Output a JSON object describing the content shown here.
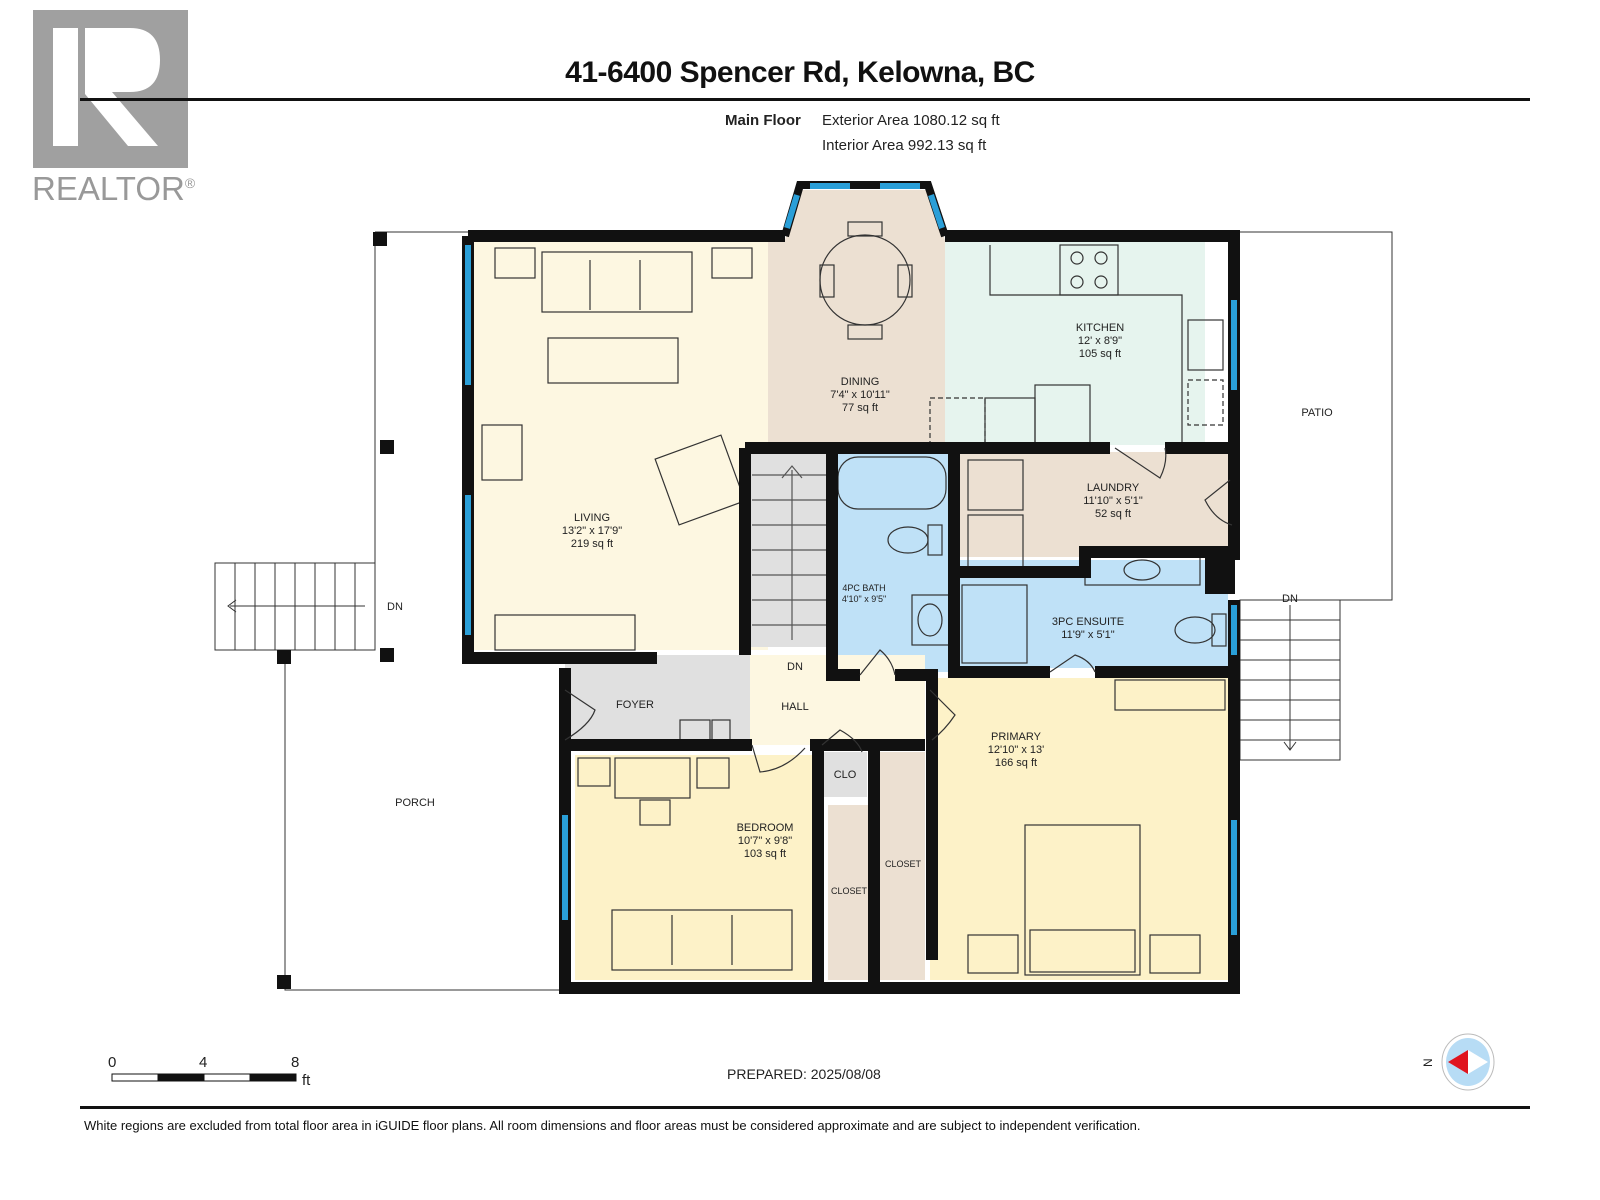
{
  "header": {
    "title": "41-6400 Spencer Rd, Kelowna, BC",
    "floor_label": "Main Floor",
    "exterior_area": "Exterior Area 1080.12 sq ft",
    "interior_area": "Interior Area 992.13 sq ft"
  },
  "logo": {
    "text": "REALTOR",
    "mark": "®",
    "letter": "R"
  },
  "rooms": {
    "living": {
      "name": "LIVING",
      "dims": "13'2\" x 17'9\"",
      "area": "219 sq ft"
    },
    "dining": {
      "name": "DINING",
      "dims": "7'4\" x 10'11\"",
      "area": "77 sq ft"
    },
    "kitchen": {
      "name": "KITCHEN",
      "dims": "12' x 8'9\"",
      "area": "105 sq ft"
    },
    "laundry": {
      "name": "LAUNDRY",
      "dims": "11'10\" x 5'1\"",
      "area": "52 sq ft"
    },
    "bath4": {
      "name": "4PC BATH",
      "dims": "4'10\" x 9'5\""
    },
    "ensuite": {
      "name": "3PC ENSUITE",
      "dims": "11'9\" x 5'1\""
    },
    "primary": {
      "name": "PRIMARY",
      "dims": "12'10\" x 13'",
      "area": "166 sq ft"
    },
    "bedroom": {
      "name": "BEDROOM",
      "dims": "10'7\" x 9'8\"",
      "area": "103 sq ft"
    },
    "foyer": {
      "name": "FOYER"
    },
    "hall": {
      "name": "HALL"
    },
    "clo": {
      "name": "CLO"
    },
    "closet1": {
      "name": "CLOSET"
    },
    "closet2": {
      "name": "CLOSET"
    },
    "porch": {
      "name": "PORCH"
    },
    "patio": {
      "name": "PATIO"
    }
  },
  "stairs": {
    "dn_left": "DN",
    "dn_right": "DN",
    "dn_hall": "DN"
  },
  "scale": {
    "ticks": [
      "0",
      "4",
      "8"
    ],
    "unit": "ft"
  },
  "compass": {
    "label": "N"
  },
  "prepared": "PREPARED: 2025/08/08",
  "disclaimer": "White regions are excluded from total floor area in iGUIDE floor plans. All room dimensions and floor areas must be considered approximate and are subject to independent verification.",
  "colors": {
    "wall": "#111111",
    "window": "#2a9fd8",
    "living": "#fdf7e1",
    "bedroom": "#fdf2c8",
    "dining": "#ece0d2",
    "kitchen": "#e6f4ee",
    "bath": "#bfe1f7",
    "foyer": "#e0e0e0"
  }
}
